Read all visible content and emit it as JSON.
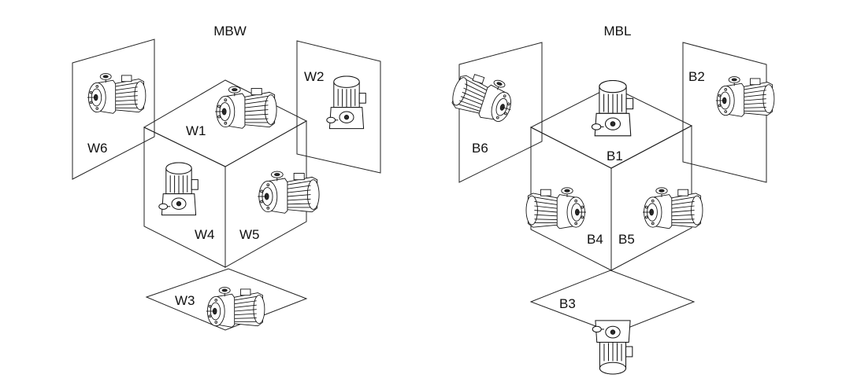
{
  "diagrams": [
    {
      "title": "MBW",
      "positions": {
        "top": "W1",
        "back_right": "W2",
        "bottom": "W3",
        "left_face": "W4",
        "right_face": "W5",
        "back_left": "W6"
      }
    },
    {
      "title": "MBL",
      "positions": {
        "top": "B1",
        "back_right": "B2",
        "bottom": "B3",
        "left_face": "B4",
        "right_face": "B5",
        "back_left": "B6"
      }
    }
  ],
  "icons": {
    "motor_horizontal": "gear-motor-horizontal-icon",
    "motor_vertical": "gear-motor-vertical-icon"
  }
}
